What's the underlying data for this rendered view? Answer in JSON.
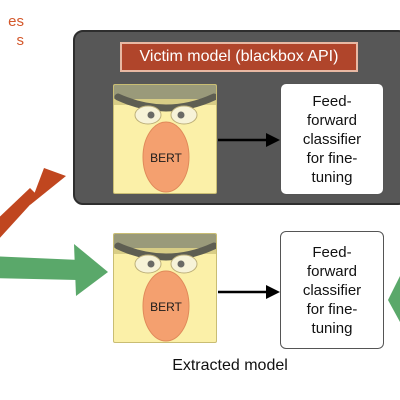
{
  "corner_text": [
    "es",
    "s"
  ],
  "victim": {
    "title": "Victim model (blackbox API)",
    "bert_label": "BERT",
    "classifier_lines": [
      "Feed-",
      "forward",
      "classifier",
      "for fine-",
      "tuning"
    ]
  },
  "extracted": {
    "caption": "Extracted model",
    "bert_label": "BERT",
    "classifier_lines": [
      "Feed-",
      "forward",
      "classifier",
      "for fine-",
      "tuning"
    ]
  },
  "colors": {
    "orange_arrow": "#c0461f",
    "green_arrow": "#5aa86a",
    "panel_bg": "#575757",
    "title_bg": "#b0452b",
    "bert_yellow": "#fbf0a8",
    "bert_nose": "#f4a06f"
  }
}
